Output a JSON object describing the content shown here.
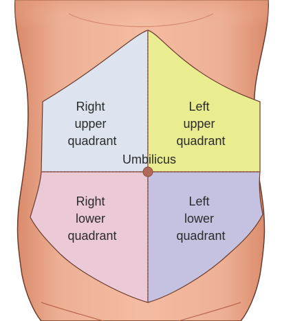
{
  "diagram": {
    "umbilicus_label": "Umbilicus",
    "quadrants": [
      {
        "id": "ruq",
        "lines": [
          "Right",
          "upper",
          "quadrant"
        ],
        "color": "#dde3ef"
      },
      {
        "id": "luq",
        "lines": [
          "Left",
          "upper",
          "quadrant"
        ],
        "color": "#e9ec8f"
      },
      {
        "id": "rlq",
        "lines": [
          "Right",
          "lower",
          "quadrant"
        ],
        "color": "#ecc9d7"
      },
      {
        "id": "llq",
        "lines": [
          "Left",
          "lower",
          "quadrant"
        ],
        "color": "#c4c2e0"
      }
    ],
    "colors": {
      "skin": "#e8a383",
      "skin_dark": "#c9785c",
      "outline": "#6a3a2a",
      "divider": "#9a5a5a",
      "umbilicus": "#b06a5a"
    }
  }
}
